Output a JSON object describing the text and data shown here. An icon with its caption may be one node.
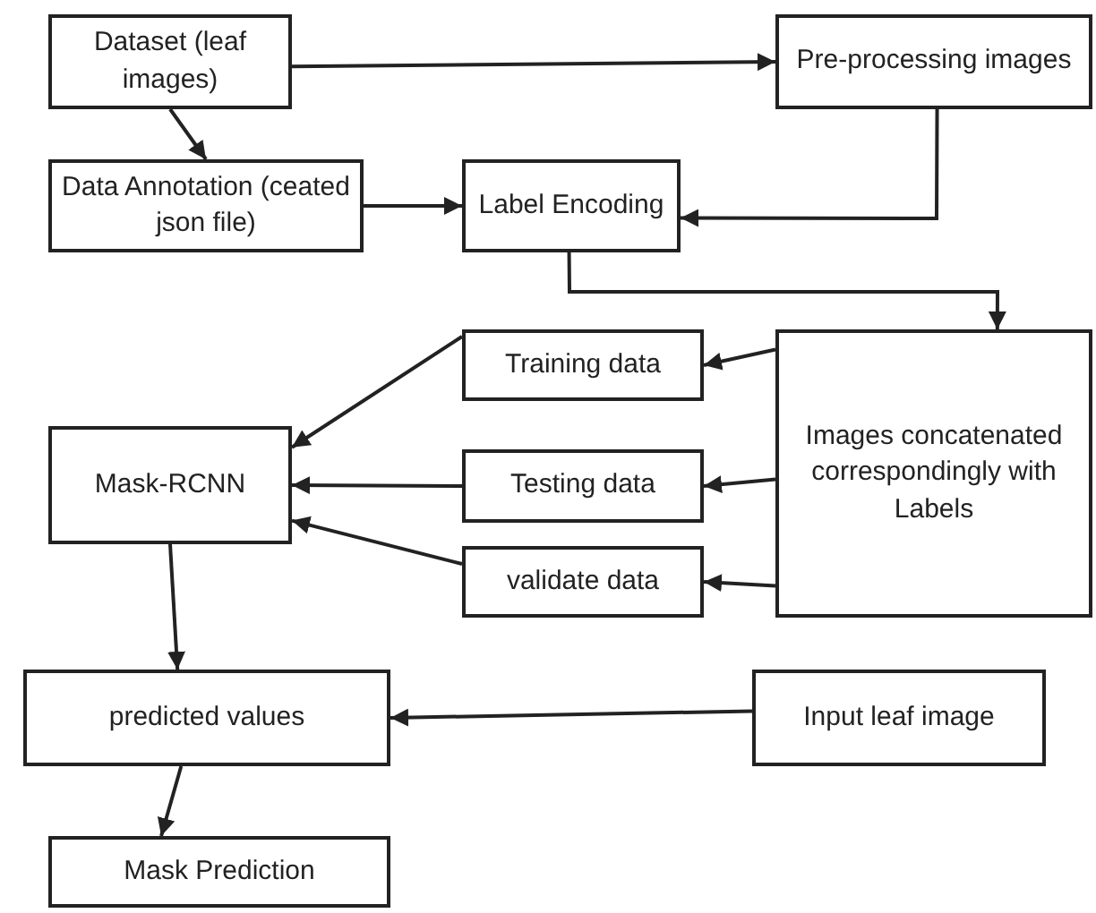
{
  "diagram": {
    "nodes": [
      {
        "text": [
          "Dataset (leaf images)"
        ]
      },
      {
        "text": [
          "Pre-processing images"
        ]
      },
      {
        "text": [
          "Data Annotation (ceated json file)"
        ]
      },
      {
        "text": [
          "Label Encoding"
        ]
      },
      {
        "text": [
          "Training  data"
        ]
      },
      {
        "text": [
          "Images concatenated correspondingly with Labels"
        ]
      },
      {
        "text": [
          "Mask-RCNN"
        ]
      },
      {
        "text": [
          "Testing data"
        ]
      },
      {
        "text": [
          "validate data"
        ]
      },
      {
        "text": [
          "predicted values"
        ]
      },
      {
        "text": [
          "Input leaf image"
        ]
      },
      {
        "text": [
          "Mask Prediction"
        ]
      }
    ],
    "edges": [
      {
        "from": 0,
        "to": 1,
        "arrow": "to"
      },
      {
        "from": 0,
        "to": 2,
        "arrow": "to"
      },
      {
        "from": 2,
        "to": 3,
        "arrow": "to"
      },
      {
        "from": 1,
        "to": 3,
        "arrow": "to"
      },
      {
        "from": 3,
        "to": 5,
        "arrow": "to"
      },
      {
        "from": 5,
        "to": 4,
        "arrow": "to"
      },
      {
        "from": 5,
        "to": 7,
        "arrow": "to"
      },
      {
        "from": 5,
        "to": 8,
        "arrow": "to"
      },
      {
        "from": 4,
        "to": 6,
        "arrow": "to"
      },
      {
        "from": 7,
        "to": 6,
        "arrow": "to"
      },
      {
        "from": 8,
        "to": 6,
        "arrow": "to"
      },
      {
        "from": 6,
        "to": 9,
        "arrow": "to"
      },
      {
        "from": 10,
        "to": 9,
        "arrow": "to"
      },
      {
        "from": 9,
        "to": 11,
        "arrow": "to"
      }
    ]
  }
}
